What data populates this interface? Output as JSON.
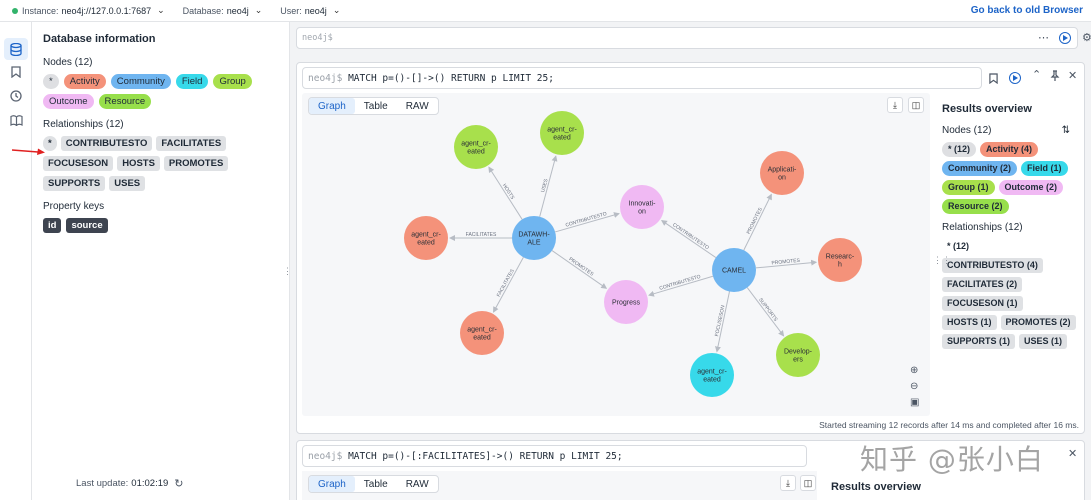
{
  "topbar": {
    "instance_label": "Instance:",
    "instance_value": "neo4j://127.0.0.1:7687",
    "database_label": "Database:",
    "database_value": "neo4j",
    "user_label": "User:",
    "user_value": "neo4j",
    "back_link": "Go back to old Browser"
  },
  "dbinfo": {
    "title": "Database information",
    "nodes_title": "Nodes (12)",
    "node_labels": [
      {
        "label": "*",
        "color": "#dedfe2"
      },
      {
        "label": "Activity",
        "color": "#f4927a"
      },
      {
        "label": "Community",
        "color": "#6fb5f0"
      },
      {
        "label": "Field",
        "color": "#37d9ea"
      },
      {
        "label": "Group",
        "color": "#a8e04c"
      },
      {
        "label": "Outcome",
        "color": "#f0b9f3"
      },
      {
        "label": "Resource",
        "color": "#97df4b"
      }
    ],
    "relationships_title": "Relationships (12)",
    "relationship_types": [
      "*",
      "CONTRIBUTESTO",
      "FACILITATES",
      "FOCUSESON",
      "HOSTS",
      "PROMOTES",
      "SUPPORTS",
      "USES"
    ],
    "property_keys_title": "Property keys",
    "property_keys": [
      "id",
      "source"
    ],
    "last_update_label": "Last update:",
    "last_update_value": "01:02:19"
  },
  "editor": {
    "prompt": "neo4j$"
  },
  "frame1": {
    "prompt": "neo4j$",
    "query": "MATCH p=()-[]->() RETURN p LIMIT 25;",
    "tabs": [
      "Graph",
      "Table",
      "RAW"
    ],
    "active_tab": "Graph",
    "results": {
      "title": "Results overview",
      "nodes_title": "Nodes (12)",
      "node_chips": [
        {
          "label": "* (12)",
          "color": "#dedfe2"
        },
        {
          "label": "Activity (4)",
          "color": "#f4927a"
        },
        {
          "label": "Community (2)",
          "color": "#6fb5f0"
        },
        {
          "label": "Field (1)",
          "color": "#37d9ea"
        },
        {
          "label": "Group (1)",
          "color": "#a8e04c"
        },
        {
          "label": "Outcome (2)",
          "color": "#f0b9f3"
        },
        {
          "label": "Resource (2)",
          "color": "#97df4b"
        }
      ],
      "relationships_title": "Relationships (12)",
      "rel_chips": [
        "* (12)",
        "CONTRIBUTESTO (4)",
        "FACILITATES (2)",
        "FOCUSESON (1)",
        "HOSTS (1)",
        "PROMOTES (2)",
        "SUPPORTS (1)",
        "USES (1)"
      ]
    },
    "status": "Started streaming 12 records after 14 ms and completed after 16 ms."
  },
  "graph": {
    "colors": {
      "activity": "#f4927a",
      "community": "#6fb5f0",
      "field": "#37d9ea",
      "resource": "#a8e04c",
      "outcome": "#f0b9f3",
      "edge": "#b7bcc4"
    },
    "nodes": [
      {
        "id": "dw",
        "label": [
          "DATAWH-",
          "ALE"
        ],
        "type": "community"
      },
      {
        "id": "camel",
        "label": [
          "CAMEL"
        ],
        "type": "community"
      },
      {
        "id": "ag1",
        "label": [
          "agent_cr-",
          "eated"
        ],
        "type": "resource"
      },
      {
        "id": "ag2",
        "label": [
          "agent_cr-",
          "eated"
        ],
        "type": "resource"
      },
      {
        "id": "ag3",
        "label": [
          "agent_cr-",
          "eated"
        ],
        "type": "activity"
      },
      {
        "id": "ag4",
        "label": [
          "agent_cr-",
          "eated"
        ],
        "type": "activity"
      },
      {
        "id": "ag5",
        "label": [
          "agent_cr-",
          "eated"
        ],
        "type": "field"
      },
      {
        "id": "innov",
        "label": [
          "Innovati-",
          "on"
        ],
        "type": "outcome"
      },
      {
        "id": "prog",
        "label": [
          "Progress"
        ],
        "type": "outcome"
      },
      {
        "id": "appl",
        "label": [
          "Applicati-",
          "on"
        ],
        "type": "activity"
      },
      {
        "id": "resr",
        "label": [
          "Researc-",
          "h"
        ],
        "type": "activity"
      },
      {
        "id": "devel",
        "label": [
          "Develop-",
          "ers"
        ],
        "type": "resource"
      }
    ],
    "edges": [
      {
        "from": "dw",
        "to": "ag1",
        "label": "HOSTS"
      },
      {
        "from": "dw",
        "to": "ag2",
        "label": "USES"
      },
      {
        "from": "dw",
        "to": "ag3",
        "label": "FACILITATES"
      },
      {
        "from": "dw",
        "to": "ag4",
        "label": "FACILITATES"
      },
      {
        "from": "dw",
        "to": "innov",
        "label": "CONTRIBUTESTO"
      },
      {
        "from": "dw",
        "to": "prog",
        "label": "PROMOTES"
      },
      {
        "from": "camel",
        "to": "innov",
        "label": "CONTRIBUTESTO"
      },
      {
        "from": "camel",
        "to": "prog",
        "label": "CONTRIBUTESTO"
      },
      {
        "from": "camel",
        "to": "appl",
        "label": "PROMOTES"
      },
      {
        "from": "camel",
        "to": "resr",
        "label": "PROMOTES"
      },
      {
        "from": "camel",
        "to": "ag5",
        "label": "FOCUSESON"
      },
      {
        "from": "camel",
        "to": "devel",
        "label": "SUPPORTS"
      }
    ]
  },
  "frame2": {
    "prompt": "neo4j$",
    "query": "MATCH p=()-[:FACILITATES]->() RETURN p LIMIT 25;",
    "tabs": [
      "Graph",
      "Table",
      "RAW"
    ],
    "results_title": "Results overview"
  },
  "watermark": "知乎 @张小白"
}
